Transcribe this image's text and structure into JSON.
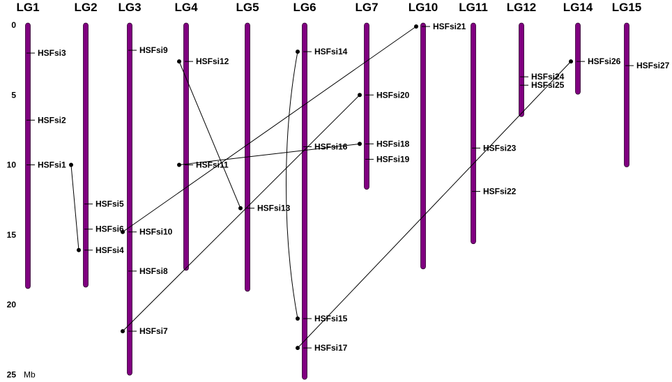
{
  "diagram": {
    "axis": {
      "unit": "Mb",
      "ticks": [
        {
          "value": 0,
          "label": "0"
        },
        {
          "value": 5,
          "label": "5"
        },
        {
          "value": 10,
          "label": "10"
        },
        {
          "value": 15,
          "label": "15"
        },
        {
          "value": 20,
          "label": "20"
        },
        {
          "value": 25,
          "label": "25"
        }
      ]
    },
    "linkage_groups": [
      {
        "name": "LG1",
        "length": 18.7
      },
      {
        "name": "LG2",
        "length": 18.6
      },
      {
        "name": "LG3",
        "length": 24.9
      },
      {
        "name": "LG4",
        "length": 17.4
      },
      {
        "name": "LG5",
        "length": 18.9
      },
      {
        "name": "LG6",
        "length": 25.2
      },
      {
        "name": "LG7",
        "length": 11.6
      },
      {
        "name": "LG10",
        "length": 17.3
      },
      {
        "name": "LG11",
        "length": 15.5
      },
      {
        "name": "LG12",
        "length": 6.4
      },
      {
        "name": "LG14",
        "length": 4.8
      },
      {
        "name": "LG15",
        "length": 10.0
      }
    ],
    "genes": [
      {
        "name": "HSFsi3",
        "lg": "LG1",
        "pos": 2.0
      },
      {
        "name": "HSFsi2",
        "lg": "LG1",
        "pos": 6.8
      },
      {
        "name": "HSFsi1",
        "lg": "LG1",
        "pos": 10.0
      },
      {
        "name": "HSFsi5",
        "lg": "LG2",
        "pos": 12.8
      },
      {
        "name": "HSFsi6",
        "lg": "LG2",
        "pos": 14.6
      },
      {
        "name": "HSFsi4",
        "lg": "LG2",
        "pos": 16.1
      },
      {
        "name": "HSFsi9",
        "lg": "LG3",
        "pos": 1.8
      },
      {
        "name": "HSFsi10",
        "lg": "LG3",
        "pos": 14.8
      },
      {
        "name": "HSFsi8",
        "lg": "LG3",
        "pos": 17.6
      },
      {
        "name": "HSFsi7",
        "lg": "LG3",
        "pos": 21.9
      },
      {
        "name": "HSFsi12",
        "lg": "LG4",
        "pos": 2.6
      },
      {
        "name": "HSFsi11",
        "lg": "LG4",
        "pos": 10.0
      },
      {
        "name": "HSFsi13",
        "lg": "LG5",
        "pos": 13.1
      },
      {
        "name": "HSFsi14",
        "lg": "LG6",
        "pos": 1.9
      },
      {
        "name": "HSFsi16",
        "lg": "LG6",
        "pos": 8.7
      },
      {
        "name": "HSFsi15",
        "lg": "LG6",
        "pos": 21.0
      },
      {
        "name": "HSFsi17",
        "lg": "LG6",
        "pos": 23.1
      },
      {
        "name": "HSFsi20",
        "lg": "LG7",
        "pos": 5.0
      },
      {
        "name": "HSFsi18",
        "lg": "LG7",
        "pos": 8.5
      },
      {
        "name": "HSFsi19",
        "lg": "LG7",
        "pos": 9.6
      },
      {
        "name": "HSFsi21",
        "lg": "LG10",
        "pos": 0.1
      },
      {
        "name": "HSFsi23",
        "lg": "LG11",
        "pos": 8.8
      },
      {
        "name": "HSFsi22",
        "lg": "LG11",
        "pos": 11.9
      },
      {
        "name": "HSFsi24",
        "lg": "LG12",
        "pos": 3.7
      },
      {
        "name": "HSFsi25",
        "lg": "LG12",
        "pos": 4.3
      },
      {
        "name": "HSFsi26",
        "lg": "LG14",
        "pos": 2.6
      },
      {
        "name": "HSFsi27",
        "lg": "LG15",
        "pos": 2.9
      }
    ],
    "links": [
      {
        "from": "HSFsi1",
        "to": "HSFsi4"
      },
      {
        "from": "HSFsi12",
        "to": "HSFsi13"
      },
      {
        "from": "HSFsi14",
        "to": "HSFsi15"
      },
      {
        "from": "HSFsi10",
        "to": "HSFsi21"
      },
      {
        "from": "HSFsi7",
        "to": "HSFsi20"
      },
      {
        "from": "HSFsi11",
        "to": "HSFsi18"
      },
      {
        "from": "HSFsi17",
        "to": "HSFsi26"
      }
    ],
    "colors": {
      "chromosome": "#800080",
      "chromosome_edge": "#2b002b",
      "line": "#000000",
      "text": "#000000"
    }
  }
}
